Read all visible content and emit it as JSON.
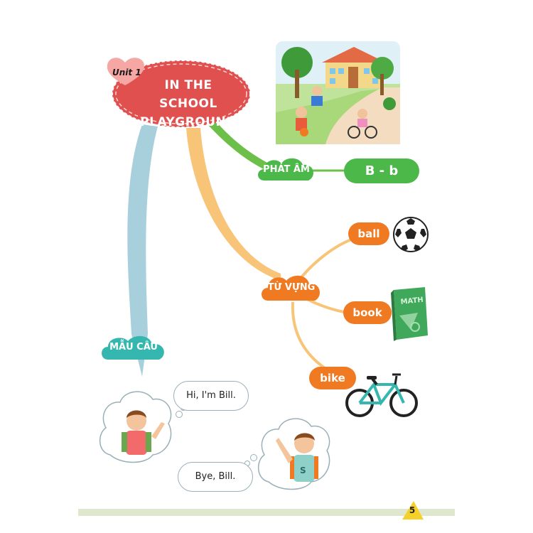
{
  "title": {
    "unit": "Unit 1",
    "line1": "IN THE SCHOOL",
    "line2": "PLAYGROUND"
  },
  "branches": {
    "pronunciation": {
      "label": "PHÁT ÂM",
      "value": "B - b"
    },
    "vocabulary": {
      "label": "TỪ VỰNG",
      "words": [
        {
          "first": "b",
          "rest": "all",
          "icon": "soccer-ball-icon"
        },
        {
          "first": "b",
          "rest": "ook",
          "icon": "math-book-icon",
          "book_text": "MATH"
        },
        {
          "first": "b",
          "rest": "ike",
          "icon": "bicycle-icon"
        }
      ]
    },
    "sentences": {
      "label": "MẪU CÂU",
      "dialog": [
        {
          "text": "Hi, I'm Bill."
        },
        {
          "text": "Bye, Bill."
        }
      ],
      "shirt_letter": "S"
    }
  },
  "page_number": "5",
  "colors": {
    "title_red": "#e0504f",
    "green": "#4cb84a",
    "orange": "#f07a22",
    "teal": "#35b7b0",
    "link_green": "#6cc04a",
    "link_orange": "#f8c477",
    "link_blue": "#a8d0dc"
  }
}
